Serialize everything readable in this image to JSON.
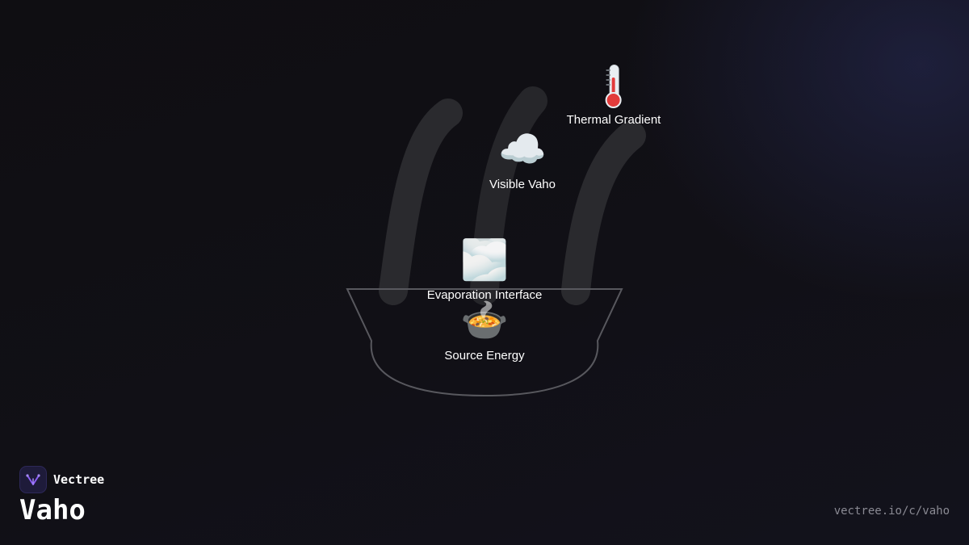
{
  "diagram": {
    "nodes": {
      "thermal": {
        "label": "Thermal Gradient",
        "icon": "thermometer-icon"
      },
      "vaho": {
        "label": "Visible Vaho",
        "icon": "cloud-icon",
        "glyph": "☁️"
      },
      "evaporation": {
        "label": "Evaporation Interface",
        "icon": "fog-icon",
        "glyph": "🌫️"
      },
      "source": {
        "label": "Source Energy",
        "icon": "pot-of-food-icon",
        "glyph": "🍲"
      }
    },
    "colors": {
      "steam": "#2a2a2e",
      "vessel": "#58585e",
      "text": "#ffffff"
    }
  },
  "footer": {
    "brand": "Vectree",
    "title": "Vaho",
    "url": "vectree.io/c/vaho"
  }
}
